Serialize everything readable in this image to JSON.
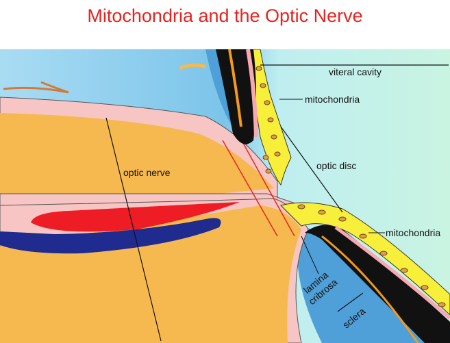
{
  "title": "Mitochondria and the Optic Nerve",
  "labels": {
    "vitreal_cavity": "viteral cavity",
    "mitochondria_upper": "mitochondria",
    "optic_disc": "optic disc",
    "optic_nerve": "optic nerve",
    "mitochondria_lower": "mitochondria",
    "lamina": "lamina",
    "cribrosa": "cribrosa",
    "sclera": "sclera"
  },
  "colors": {
    "title": "#e8231f",
    "nerve": "#f6b94f",
    "sheath": "#f7c6c4",
    "artery": "#ee1c24",
    "vein": "#1f2b8f",
    "mitochondria_layer": "#f7ef3a",
    "background_left": "#7cc4ea",
    "background_right": "#c4f2e4"
  }
}
